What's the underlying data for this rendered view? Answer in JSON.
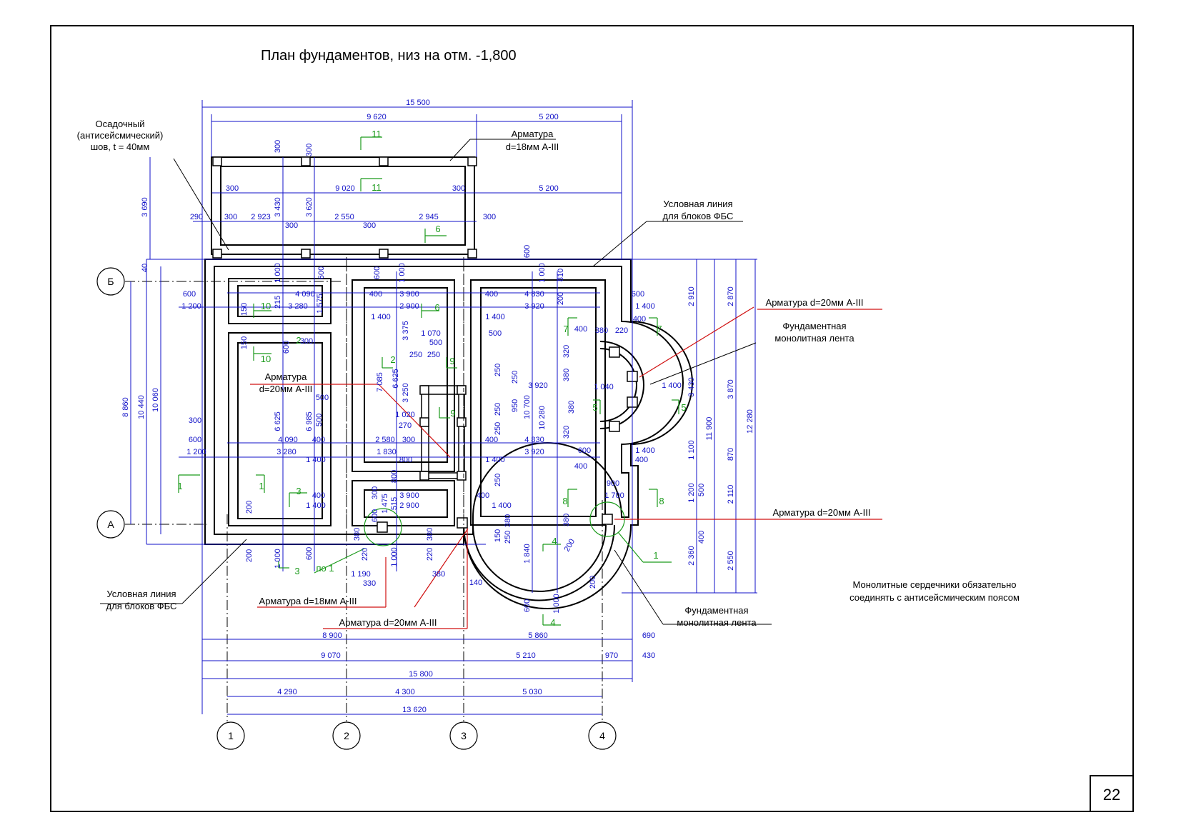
{
  "title": "План фундаментов, низ на отм. -1,800",
  "page_number": "22",
  "colors": {
    "dimension": "#1010c8",
    "section": "#1a9a1a",
    "leader": "#d01010",
    "outline": "#000000"
  },
  "axes": {
    "horizontal": [
      "1",
      "2",
      "3",
      "4"
    ],
    "vertical": [
      "Б",
      "А"
    ]
  },
  "notes": {
    "seismic_joint": [
      "Осадочный",
      "(антисейсмический)",
      "шов, t = 40мм"
    ],
    "rebar18_top": [
      "Арматура",
      "d=18мм А-III"
    ],
    "fbs_line_top": [
      "Условная линия",
      "для блоков ФБС"
    ],
    "rebar20_right": "Арматура d=20мм А-III",
    "monolith_strip_right": [
      "Фундаментная",
      "монолитная лента"
    ],
    "rebar20_left": [
      "Арматура",
      "d=20мм А-III"
    ],
    "rebar20_right_low": "Арматура d=20мм А-III",
    "fbs_line_bottom": [
      "Условная линия",
      "для блоков ФБС"
    ],
    "rebar18_bottom": "Арматура d=18мм А-III",
    "rebar20_bottom": "Арматура d=20мм А-III",
    "monolith_strip_bottom": [
      "Фундаментная",
      "монолитная лента"
    ],
    "cores_note": [
      "Монолитные сердечники обязательно",
      "соединять с антисейсмическим поясом"
    ]
  },
  "dims": {
    "d15500": "15 500",
    "d9620": "9 620",
    "d5200": "5 200",
    "d300": "300",
    "d9020": "9 020",
    "d290": "290",
    "d2923": "2 923",
    "d2550": "2 550",
    "d2945": "2 945",
    "d3690": "3 690",
    "d3430": "3 430",
    "d3620": "3 620",
    "d40": "40",
    "d600": "600",
    "d1000": "1 000",
    "d810": "810",
    "d200": "200",
    "d4090": "4 090",
    "d3900": "3 900",
    "d4830": "4 830",
    "d400": "400",
    "d1200": "1 200",
    "d3280": "3 280",
    "d2900": "2 900",
    "d3920": "3 920",
    "d1400": "1 400",
    "d150": "150",
    "d215": "215",
    "d1575": "1 575",
    "d3375": "3 375",
    "d1070": "1 070",
    "d500": "500",
    "d250": "250",
    "d380": "380",
    "d220": "220",
    "d320": "320",
    "d7085": "7 085",
    "d6625": "6 625",
    "d3250": "3 250",
    "d1040": "1 040",
    "d950": "950",
    "d10280": "10 280",
    "d10700": "10 700",
    "d1020": "1 020",
    "d270": "270",
    "d6985": "6 985",
    "d2580": "2 580",
    "d1830": "1 830",
    "d800": "800",
    "d8860": "8 860",
    "d10440": "10 440",
    "d10060": "10 060",
    "d2910": "2 910",
    "d2870": "2 870",
    "d3870": "3 870",
    "d11900": "11 900",
    "d12280": "12 280",
    "d1100": "1 100",
    "d870": "870",
    "d900": "900",
    "d1700": "1 700",
    "d2110": "2 110",
    "d2360": "2 360",
    "d2550v": "2 550",
    "d1475": "1 475",
    "d515": "515",
    "d1190": "1 190",
    "d330": "330",
    "d140": "140",
    "d1840": "1 840",
    "d8900": "8 900",
    "d5860": "5 860",
    "d690": "690",
    "d9070": "9 070",
    "d5210": "5 210",
    "d970": "970",
    "d430": "430",
    "d15800": "15 800",
    "d4290": "4 290",
    "d4300": "4 300",
    "d5030": "5 030",
    "d13620": "13 620"
  },
  "sections": {
    "s1": "1",
    "s2": "2",
    "s3": "3",
    "s4": "4",
    "s5": "5",
    "s6": "6",
    "s7": "7",
    "s8": "8",
    "s9": "9",
    "s10": "10",
    "s11": "11",
    "po1": "по 1"
  }
}
